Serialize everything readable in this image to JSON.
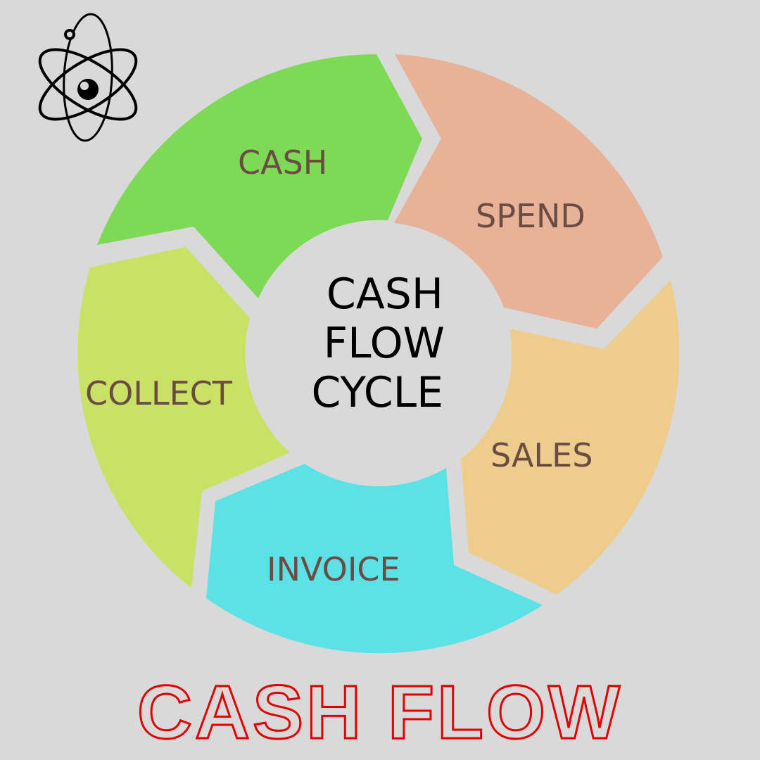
{
  "logo": {
    "icon": "atom-icon"
  },
  "diagram": {
    "center_title": [
      "CASH",
      "FLOW",
      "CYCLE"
    ],
    "segments": [
      {
        "label": "CASH",
        "color": "#7ed957"
      },
      {
        "label": "SPEND",
        "color": "#e8b298"
      },
      {
        "label": "SALES",
        "color": "#eecd8c"
      },
      {
        "label": "INVOICE",
        "color": "#5ce1e6"
      },
      {
        "label": "COLLECT",
        "color": "#c9e265"
      }
    ],
    "label_color": "#6b4c42",
    "background_color": "#d9d9d9"
  },
  "footer": {
    "title": "CASH FLOW",
    "stroke_color": "#e00000"
  }
}
